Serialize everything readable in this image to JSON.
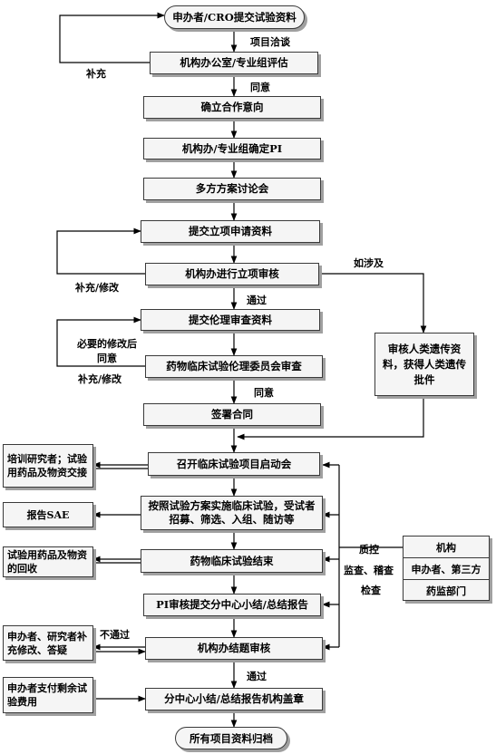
{
  "flow": {
    "start": "申办者/CRO提交试验资料",
    "evaluate": "机构办公室/专业组评估",
    "intent": "确立合作意向",
    "confirm_pi": "机构办/专业组确定PI",
    "discussion": "多方方案讨论会",
    "submit_project": "提交立项申请资料",
    "project_review": "机构办进行立项审核",
    "submit_ethics": "提交伦理审查资料",
    "ethics_review": "药物临床试验伦理委员会审查",
    "sign_contract": "签署合同",
    "kickoff": "召开临床试验项目启动会",
    "implement": "按照试验方案实施临床试验，受试者招募、筛选、入组、随访等",
    "trial_end": "药物临床试验结束",
    "pi_report": "PI审核提交分中心小结/总结报告",
    "closure_review": "机构办结题审核",
    "summary_seal": "分中心小结/总结报告机构盖章",
    "archive": "所有项目资料归档"
  },
  "side": {
    "genetic": "审核人类遗传资料，获得人类遗传批件",
    "training": "培训研究者；试验用药品及物资交接",
    "sae": "报告SAE",
    "recovery": "试验用药品及物资的回收",
    "revise": "申办者、研究者补充修改、答疑",
    "pay": "申办者支付剩余试验费用"
  },
  "labels": {
    "project_talk": "项目洽谈",
    "supplement": "补充",
    "agree1": "同意",
    "supp_mod1": "补充/修改",
    "if_involved": "如涉及",
    "pass1": "通过",
    "modify_after": "必要的修改后同意",
    "supp_mod2": "补充/修改",
    "agree2": "同意",
    "qc": "质控",
    "inspect": "监查、稽查",
    "check": "检查",
    "not_pass": "不通过",
    "pass2": "通过"
  },
  "oversight": {
    "rows": [
      "机构",
      "申办者、第三方",
      "药监部门"
    ]
  }
}
